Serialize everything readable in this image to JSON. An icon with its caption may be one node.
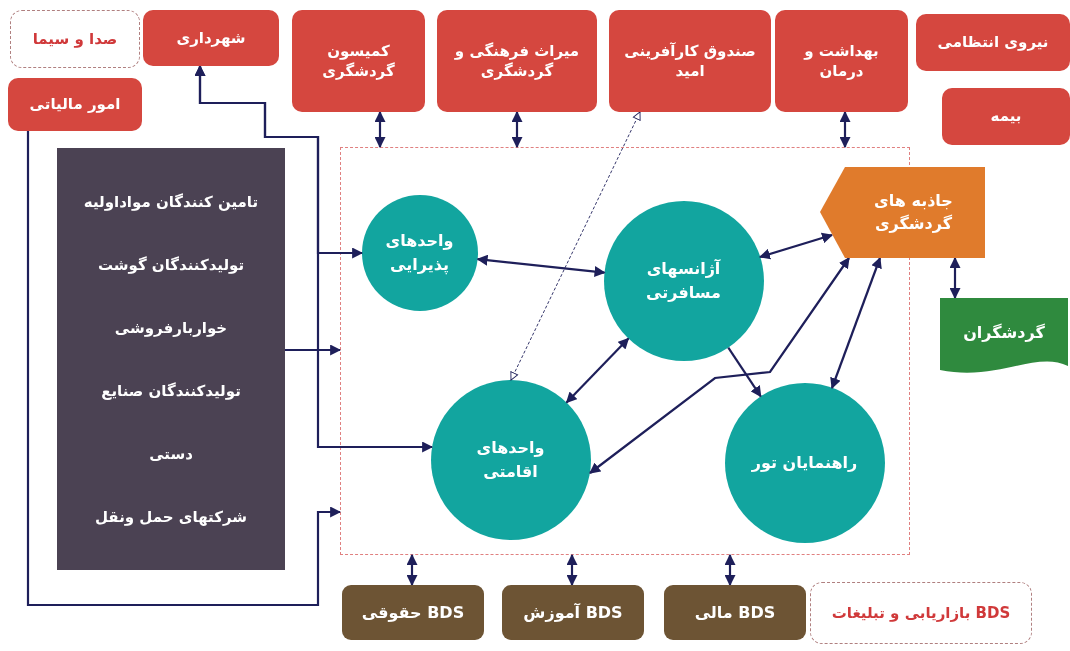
{
  "diagram": {
    "nodes": [
      {
        "text": [
          "صدا و سیما"
        ]
      },
      {
        "text": [
          "شهرداری"
        ]
      },
      {
        "text": [
          "امور مالیاتی"
        ]
      },
      {
        "text": [
          "کمیسون گردشگری"
        ]
      },
      {
        "text": [
          "میراث فرهنگی و گردشگری"
        ]
      },
      {
        "text": [
          "صندوق کارآفرینی امید"
        ]
      },
      {
        "text": [
          "بهداشت و درمان"
        ]
      },
      {
        "text": [
          "نیروی انتظامی"
        ]
      },
      {
        "text": [
          "بیمه"
        ]
      },
      {
        "text": [],
        "shape": "box"
      },
      {
        "text": [
          "تامین کنندگان مواداولیه",
          "تولیدکنندگان گوشت",
          "خواربارفروشی",
          "تولیدکنندگان صنایع",
          "دستی",
          "شرکتهای حمل ونقل"
        ]
      },
      {
        "text": [
          "واحدهای پذیرایی"
        ],
        "in": 9
      },
      {
        "text": [
          "آژانسهای مسافرتی"
        ],
        "in": 9
      },
      {
        "text": [
          "واحدهای اقامتی"
        ],
        "in": 9
      },
      {
        "text": [
          "راهنمایان تور"
        ],
        "in": 9
      },
      {
        "text": [
          "جاذبه های گردشگری"
        ]
      },
      {
        "text": [
          "گردشگران"
        ]
      },
      {
        "text": [
          "BDS حقوقی"
        ]
      },
      {
        "text": [
          "BDS آموزش"
        ]
      },
      {
        "text": [
          "BDS مالی"
        ]
      },
      {
        "text": [
          "BDS بازاریابی و تبلیغات"
        ]
      }
    ],
    "edges": [
      {
        "from": 1,
        "to": 13,
        "arrow": "both"
      },
      {
        "from": 1,
        "to": 11,
        "arrow": "both"
      },
      {
        "from": 10,
        "to": 9,
        "arrow": "to"
      },
      {
        "from": 2,
        "to": 9,
        "arrow": "to"
      },
      {
        "from": 3,
        "to": 9,
        "arrow": "both"
      },
      {
        "from": 4,
        "to": 9,
        "arrow": "both"
      },
      {
        "from": 6,
        "to": 9,
        "arrow": "both"
      },
      {
        "from": 5,
        "to": 13,
        "arrow": "both",
        "style": "dashed"
      },
      {
        "from": 11,
        "to": 12,
        "arrow": "both"
      },
      {
        "from": 12,
        "to": 15,
        "arrow": "both"
      },
      {
        "from": 12,
        "to": 13,
        "arrow": "both"
      },
      {
        "from": 13,
        "to": 15,
        "arrow": "both"
      },
      {
        "from": 12,
        "to": 14,
        "arrow": "to"
      },
      {
        "from": 15,
        "to": 14,
        "arrow": "both"
      },
      {
        "from": 15,
        "to": 16,
        "arrow": "both"
      },
      {
        "from": 17,
        "to": 9,
        "arrow": "both"
      },
      {
        "from": 18,
        "to": 9,
        "arrow": "both"
      },
      {
        "from": 19,
        "to": 9,
        "arrow": "both"
      }
    ]
  }
}
